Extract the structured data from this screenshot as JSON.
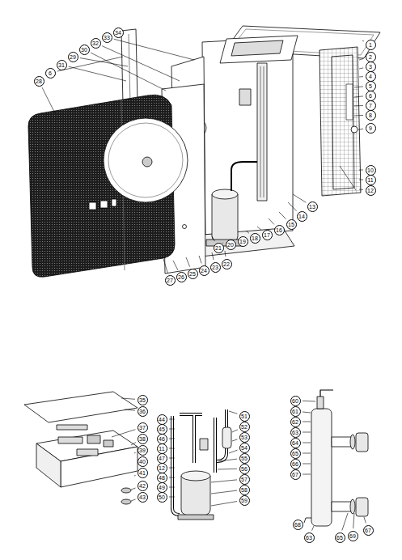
{
  "diagram": {
    "labels": [
      "1",
      "2",
      "3",
      "4",
      "5",
      "6",
      "7",
      "8",
      "9",
      "10",
      "11",
      "12",
      "28",
      "6",
      "31",
      "29",
      "30",
      "32",
      "33",
      "34",
      "27",
      "26",
      "25",
      "24",
      "23",
      "22",
      "21",
      "20",
      "19",
      "18",
      "17",
      "16",
      "15",
      "14",
      "13",
      "35",
      "36",
      "37",
      "38",
      "39",
      "40",
      "41",
      "42",
      "43",
      "44",
      "45",
      "46",
      "11",
      "47",
      "12",
      "48",
      "49",
      "50",
      "51",
      "52",
      "53",
      "54",
      "55",
      "56",
      "57",
      "58",
      "59",
      "60",
      "61",
      "62",
      "63",
      "64",
      "65",
      "66",
      "67",
      "68",
      "63",
      "65",
      "69",
      "67"
    ]
  }
}
